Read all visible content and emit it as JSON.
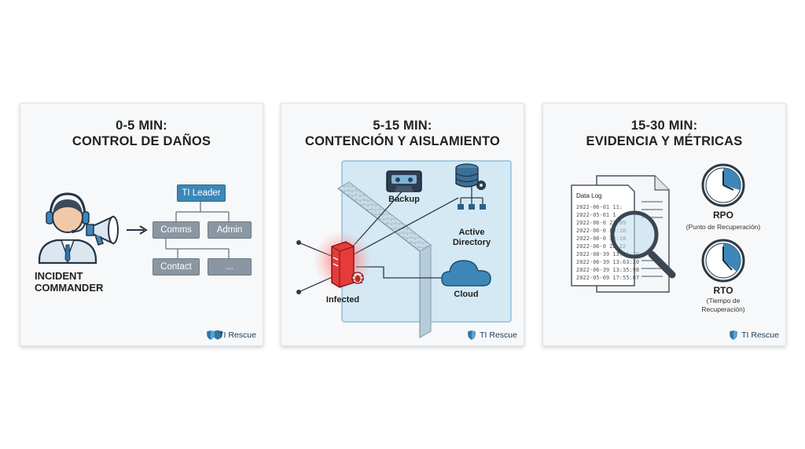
{
  "panels": [
    {
      "title_line1": "0-5 MIN:",
      "title_line2": "CONTROL DE DAÑOS",
      "commander_label_line1": "INCIDENT",
      "commander_label_line2": "COMMANDER",
      "org": {
        "leader": "TI Leader",
        "comms": "Comms",
        "admin": "Admin",
        "contact": "Contact",
        "more": "..."
      },
      "brand": "TI Rescue"
    },
    {
      "title_line1": "5-15 MIN:",
      "title_line2": "CONTENCIÓN Y AISLAMIENTO",
      "labels": {
        "backup": "Backup",
        "ad_line1": "Active",
        "ad_line2": "Directory",
        "infected": "Infected",
        "cloud": "Cloud"
      },
      "brand": "TI Rescue"
    },
    {
      "title_line1": "15-30 MIN:",
      "title_line2": "EVIDENCIA Y MÉTRICAS",
      "log_title": "Data Log",
      "log_lines": [
        "2022-06-01 11:",
        "2022-05-01 1",
        "2022-06-0   27:09",
        "2022-06-0   83:10",
        "2022-06-0   39:18",
        "2022-06-0   22:22",
        "2022-08-39 13:51:30",
        "2022-06-39 13:63:20",
        "2022-06-39 13:35:98",
        "2022-05-09 17:55:07"
      ],
      "rpo": "RPO",
      "rpo_sub": "(Punto de Recuperación)",
      "rto": "RTO",
      "rto_sub_line1": "(Tiempo de",
      "rto_sub_line2": "Recuperación)",
      "brand": "TI Rescue"
    }
  ],
  "icons": [
    "headset-person-icon",
    "megaphone-icon",
    "arrow-icon",
    "cassette-icon",
    "database-gear-icon",
    "network-tree-icon",
    "server-icon",
    "bug-icon",
    "cloud-icon",
    "firewall-icon",
    "documents-icon",
    "magnifier-icon",
    "clock-icon",
    "shield-logo-icon"
  ],
  "colors": {
    "accent_blue": "#3d87b8",
    "org_gray": "#8a96a1",
    "infected_red": "#e53b3b",
    "zone_blue": "#cfe6f2"
  }
}
